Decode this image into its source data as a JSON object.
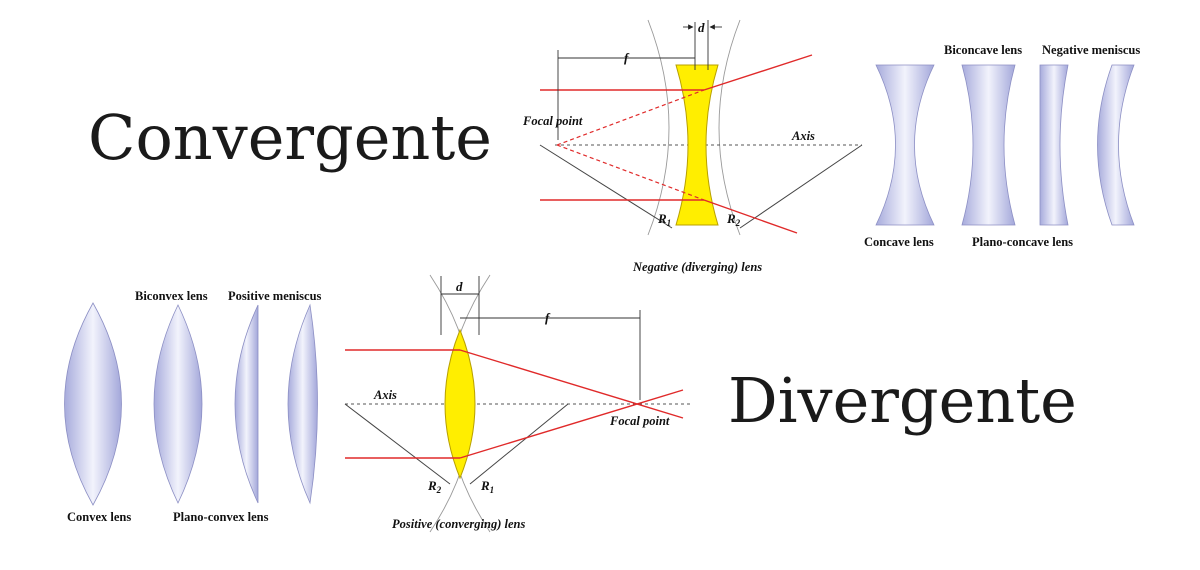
{
  "titles": {
    "convergente": "Convergente",
    "divergente": "Divergente"
  },
  "negative_diagram": {
    "dimension_f": "f",
    "dimension_d": "d",
    "focal_point": "Focal point",
    "axis": "Axis",
    "r1": "R",
    "r1_sub": "1",
    "r2": "R",
    "r2_sub": "2",
    "caption": "Negative (diverging) lens"
  },
  "concave_shapes": {
    "biconcave": "Biconcave lens",
    "negative_meniscus": "Negative meniscus",
    "concave": "Concave lens",
    "plano_concave": "Plano-concave lens"
  },
  "positive_diagram": {
    "dimension_d": "d",
    "dimension_f": "f",
    "axis": "Axis",
    "focal_point": "Focal point",
    "r2": "R",
    "r2_sub": "2",
    "r1": "R",
    "r1_sub": "1",
    "caption": "Positive (converging) lens"
  },
  "convex_shapes": {
    "biconvex": "Biconvex lens",
    "positive_meniscus": "Positive meniscus",
    "convex": "Convex lens",
    "plano_convex": "Plano-convex lens"
  },
  "colors": {
    "ray": "#e02a2a",
    "lens_fill": "#ffee00",
    "lens_shape": "#b9bce6"
  }
}
